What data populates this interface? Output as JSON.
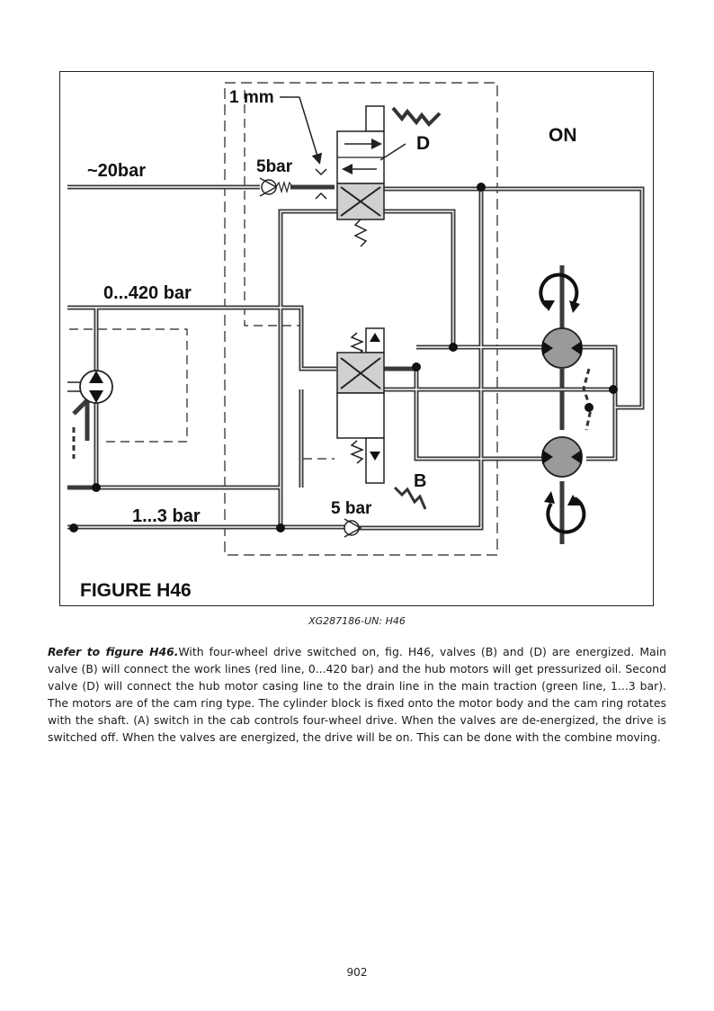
{
  "figure": {
    "labels": {
      "gap": "1 mm",
      "valve_d": "D",
      "state": "ON",
      "supply_pressure": "~20bar",
      "check_valve_top": "5bar",
      "work_pressure": "0...420 bar",
      "valve_b": "B",
      "check_valve_bottom": "5 bar",
      "drain_pressure": "1...3 bar"
    },
    "title": "FIGURE H46",
    "colors": {
      "line": "#3a3a3a",
      "valve_fill": "#d0d0d0",
      "motor_fill": "#9a9a9a"
    }
  },
  "caption": "XG287186-UN: H46",
  "body": {
    "lead": "Refer to figure H46.",
    "text": "With four-wheel drive switched on, fig. H46, valves (B) and (D) are energized. Main valve (B) will connect the work lines (red line, 0...420 bar) and the hub motors will get pressurized oil. Second valve (D) will connect the hub motor casing line to the drain line in the main traction (green line, 1...3 bar). The motors are of the cam ring type. The cylinder block is fixed onto the motor body and the cam ring rotates with the shaft. (A) switch in the cab controls four-wheel drive. When the valves are de-energized, the drive is switched off. When the valves are energized, the drive will be on. This can be done with the combine moving."
  },
  "page_number": "902"
}
